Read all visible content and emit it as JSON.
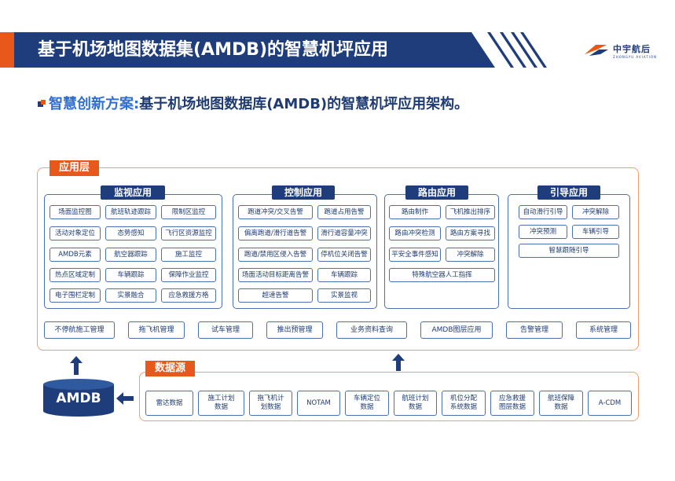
{
  "header": {
    "title": "基于机场地图数据集(AMDB)的智慧机坪应用",
    "logo_text": "中宇航后",
    "logo_subtext": "ZHONGYU AVIATION"
  },
  "subtitle": {
    "highlight": "智慧创新方案:",
    "text": "基于机场地图数据库(AMDB)的智慧机坪应用架构。"
  },
  "app_layer": {
    "label": "应用层",
    "groups": [
      {
        "title": "监视应用",
        "cells": [
          "场面监控图",
          "航班轨迹跟踪",
          "限制区监控",
          "活动对象定位",
          "态势感知",
          "飞行区资源监控",
          "AMDB元素",
          "航空器跟踪",
          "施工监控",
          "热点区域定制",
          "车辆跟踪",
          "保障作业监控",
          "电子围栏定制",
          "实景融合",
          "应急救援方格"
        ]
      },
      {
        "title": "控制应用",
        "cells": [
          "跑道冲突/交叉告警",
          "跑道占用告警",
          "偏离跑道/滑行道告警",
          "滑行道容量冲突",
          "跑道/禁用区侵入告警",
          "停机位关闭告警",
          "场面活动目标距离告警",
          "车辆跟踪",
          "超速告警",
          "实景监视"
        ]
      },
      {
        "title": "路由应用",
        "cells": [
          "路由制作",
          "飞机推出排序",
          "路由冲突检测",
          "路由方案寻找",
          "平安全事件感知",
          "冲突解除",
          "特殊航空器人工指挥"
        ]
      },
      {
        "title": "引导应用",
        "cells": [
          "自动滑行引导",
          "冲突解除",
          "冲突预测",
          "车辆引导",
          "智慧跟随引导"
        ]
      }
    ],
    "bottom": [
      "不停航施工管理",
      "拖飞机管理",
      "试车管理",
      "推出预管理",
      "业务资料查询",
      "AMDB图层应用",
      "告警管理",
      "系统管理"
    ]
  },
  "data_source": {
    "label": "数据源",
    "items": [
      "雷达数据",
      "施工计划\n数据",
      "拖飞机计\n划数据",
      "NOTAM",
      "车辆定位\n数据",
      "航班计划\n数据",
      "机位分配\n系统数据",
      "应急救援\n图层数据",
      "航班保障\n数据",
      "A-CDM"
    ]
  },
  "database": {
    "label": "AMDB"
  },
  "colors": {
    "navy": "#1f3d7a",
    "orange": "#e8581a",
    "frame_border": "#f0a070",
    "box_border": "#4a70b0"
  }
}
